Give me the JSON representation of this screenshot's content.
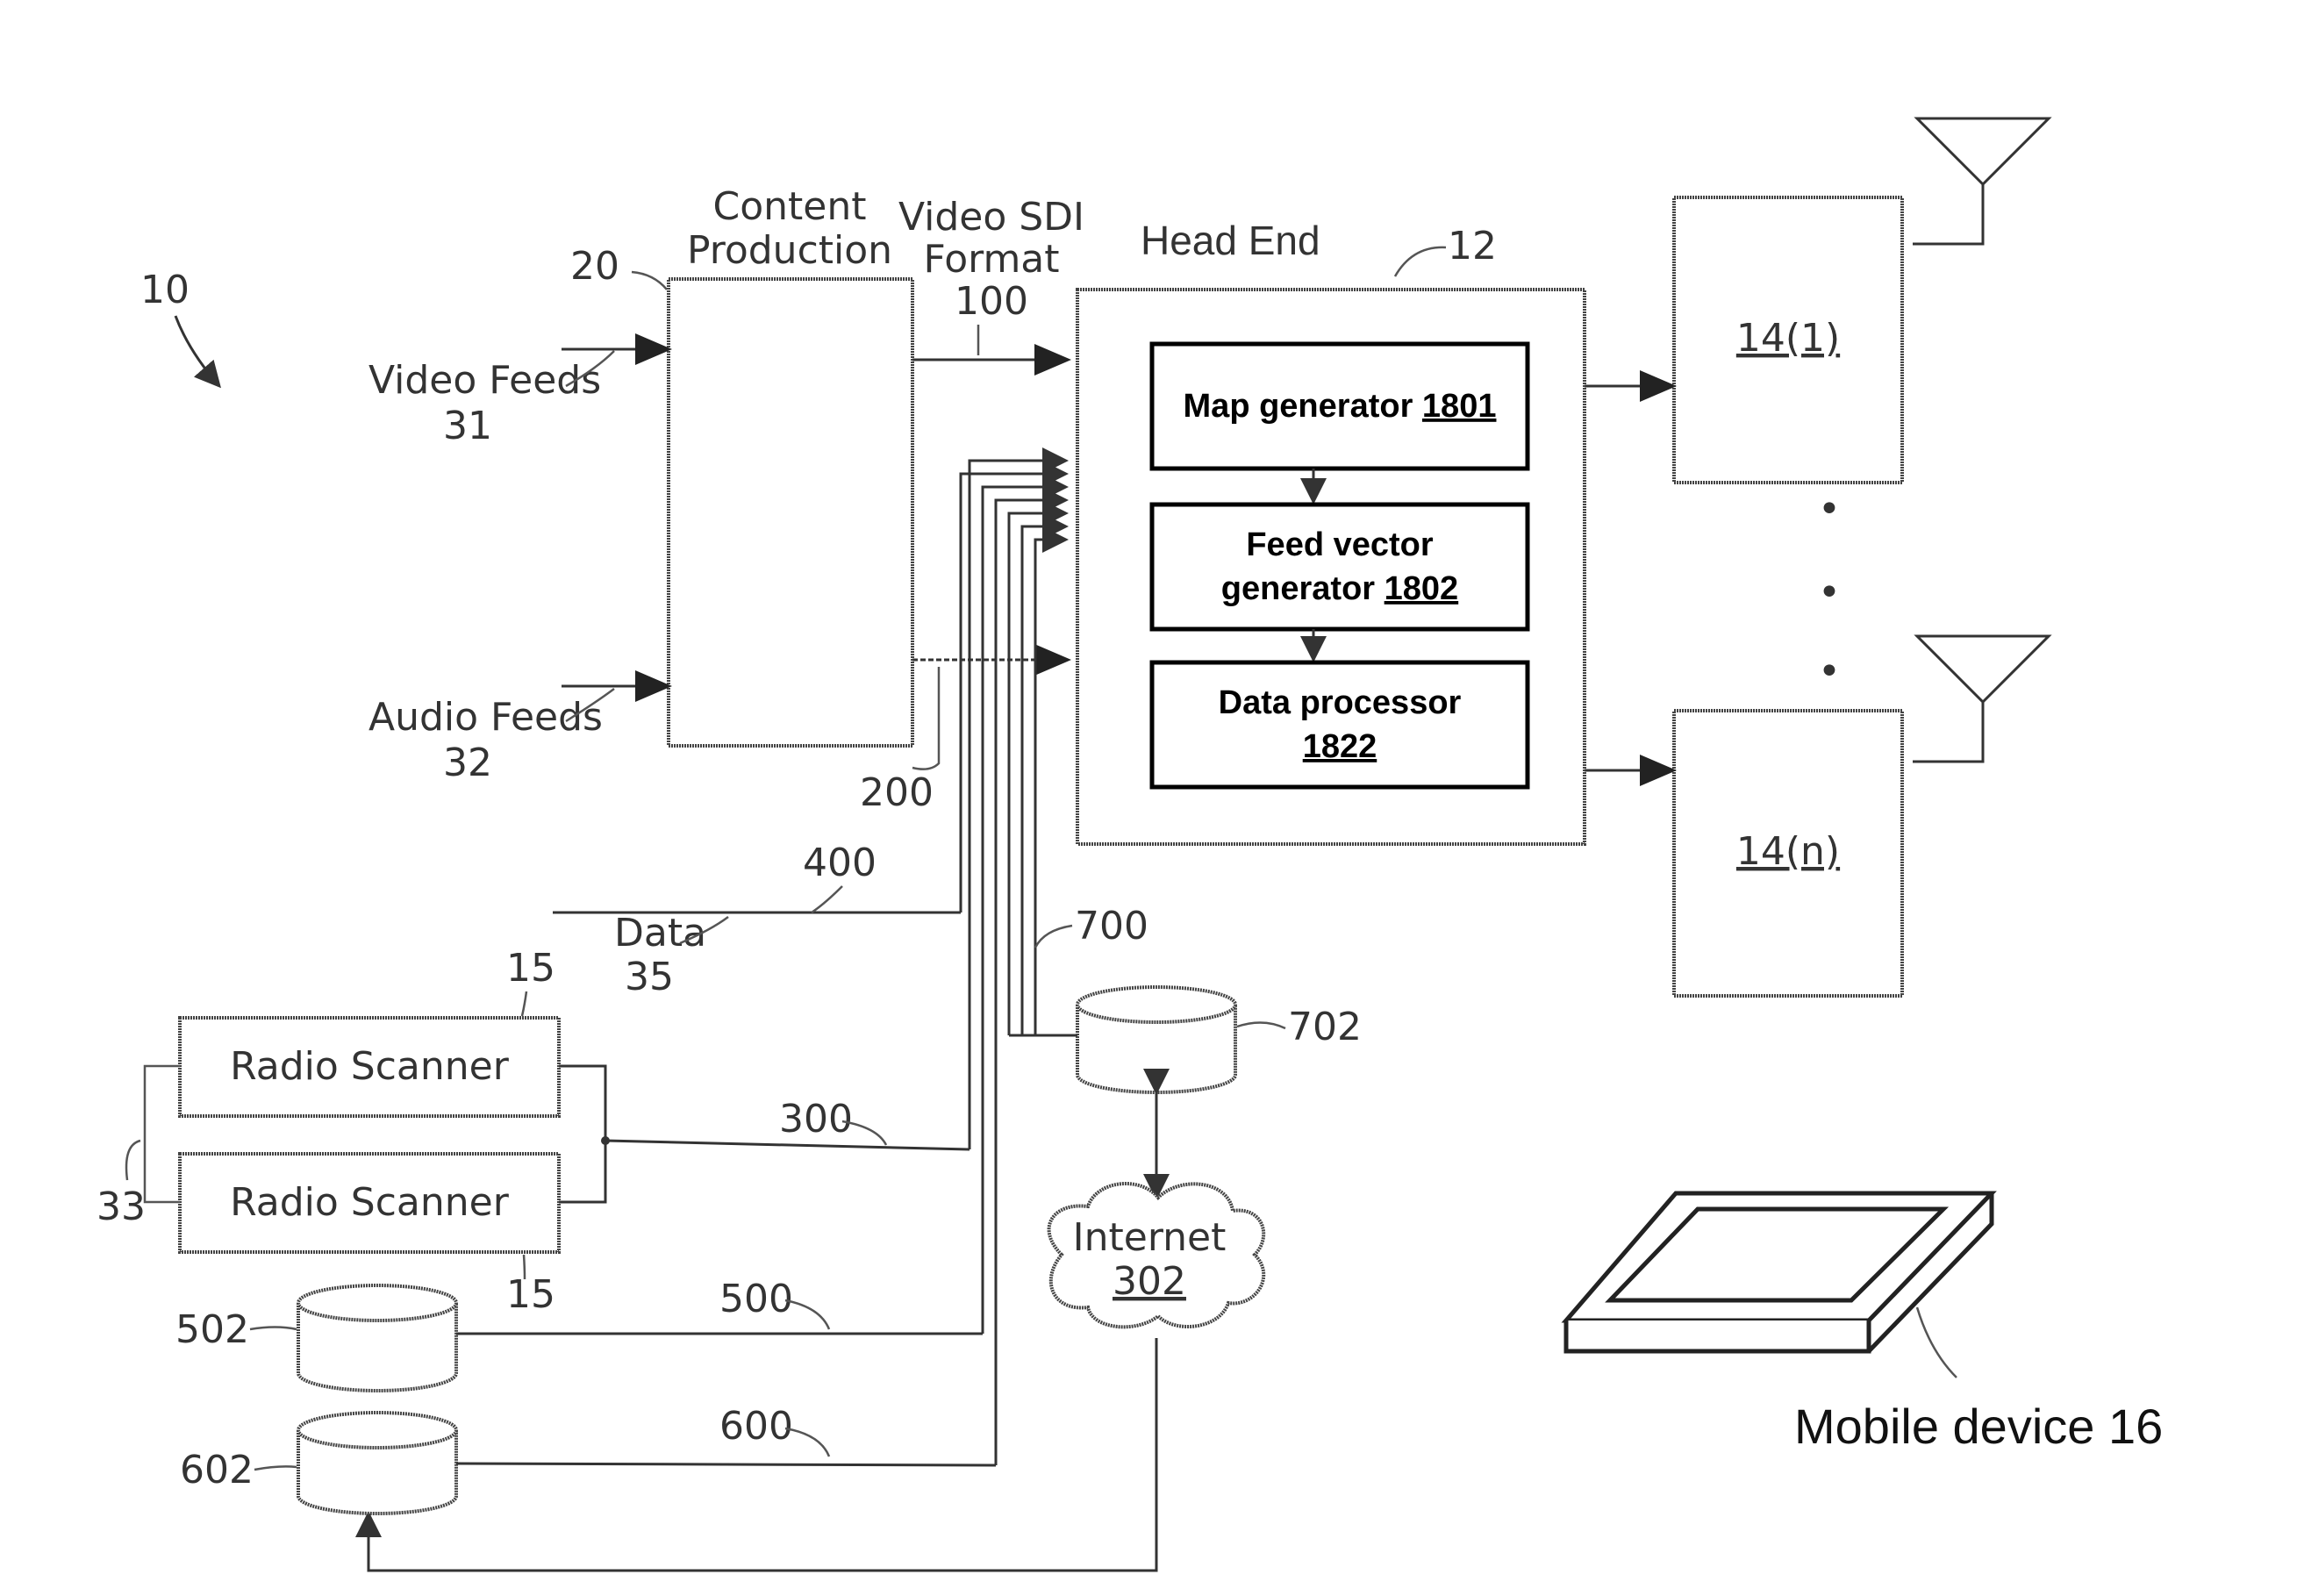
{
  "figure": {
    "ref_system": "10",
    "content_production": {
      "title_line1": "Content",
      "title_line2": "Production",
      "ref": "20"
    },
    "video_sdi": {
      "line1": "Video SDI",
      "line2": "Format",
      "ref": "100"
    },
    "head_end": {
      "title": "Head End",
      "ref": "12"
    },
    "map_generator": {
      "label": "Map generator",
      "ref": "1801"
    },
    "feed_vector_generator": {
      "label_line1": "Feed vector",
      "label_line2": "generator",
      "ref": "1802"
    },
    "data_processor": {
      "label": "Data processor",
      "ref": "1822"
    },
    "transmitter_1": "14(1)",
    "transmitter_n": "14(n)",
    "video_feeds": {
      "label": "Video Feeds",
      "ref": "31"
    },
    "audio_feeds": {
      "label": "Audio Feeds",
      "ref": "32"
    },
    "data": {
      "label": "Data",
      "ref": "35"
    },
    "refs": {
      "r200": "200",
      "r400": "400",
      "r700": "700",
      "r702": "702",
      "r300": "300",
      "r500": "500",
      "r600": "600",
      "r502": "502",
      "r602": "602",
      "r15a": "15",
      "r15b": "15",
      "r33": "33"
    },
    "radio_scanner_1": "Radio Scanner",
    "radio_scanner_2": "Radio Scanner",
    "internet": {
      "label": "Internet",
      "ref": "302"
    },
    "mobile_device": "Mobile device 16",
    "ellipsis": [
      "•",
      "•",
      "•"
    ]
  }
}
